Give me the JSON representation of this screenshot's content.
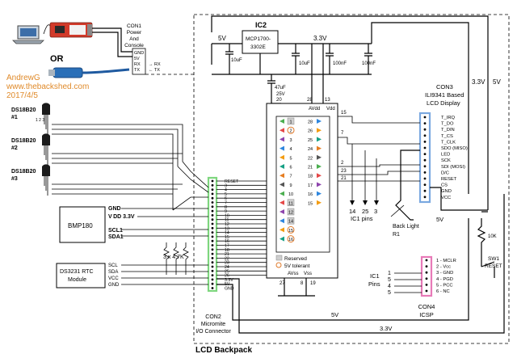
{
  "watermark": {
    "author": "AndrewG",
    "url": "www.thebackshed.com",
    "date": "2017/4/5"
  },
  "title": "LCD Backpack",
  "or_label": "OR",
  "con1": {
    "label_lines": [
      "CON1",
      "Power",
      "And",
      "Console"
    ],
    "pins": [
      "GND",
      "5V",
      "RX",
      "TX"
    ],
    "pin_arrows": [
      "",
      "",
      "→ RX",
      "← TX"
    ]
  },
  "ic2": {
    "name": "IC2",
    "part_lines": [
      "MCP1700-",
      "3302E"
    ]
  },
  "rails": {
    "v5": "5V",
    "v33": "3.3V"
  },
  "caps": {
    "c1": "10uF",
    "c2": "10uF",
    "c3": "100nF",
    "c4": "100nF",
    "c5_lines": [
      "47uF",
      "25V"
    ]
  },
  "sensors": [
    {
      "name": "DS18B20",
      "num": "#1"
    },
    {
      "name": "DS18B20",
      "num": "#2"
    },
    {
      "name": "DS18B20",
      "num": "#3"
    }
  ],
  "sensor_pins": "1 2 3",
  "bmp": {
    "name": "BMP180",
    "pins": [
      "GND",
      "V DD 3.3V",
      "SCL1",
      "SDA1"
    ]
  },
  "rtc": {
    "name_lines": [
      "DS3231 RTC",
      "Module"
    ],
    "pins": [
      "SCL",
      "SDA",
      "VCC",
      "GND"
    ]
  },
  "pullups": "3 x 4.7K",
  "con2": {
    "label_lines": [
      "CON2",
      "Micromite",
      "I/O Connector"
    ],
    "pins": [
      "RESET",
      "3",
      "4",
      "5",
      "6",
      "7",
      "8",
      "9",
      "10",
      "11",
      "12",
      "13",
      "14",
      "15",
      "16",
      "17",
      "18",
      "21",
      "22",
      "23",
      "24",
      "25",
      "26",
      "3.3V",
      "5V",
      "GND"
    ]
  },
  "pic": {
    "top_pins": [
      "20",
      "28",
      "13"
    ],
    "top_labels": [
      "AVdd",
      "Vdd"
    ],
    "bottom_pins": [
      "27",
      "8",
      "19"
    ],
    "bottom_labels": [
      "AVss",
      "Vss"
    ],
    "left": [
      "1",
      "2",
      "3",
      "4",
      "5",
      "6",
      "7",
      "9",
      "10",
      "11",
      "12",
      "14",
      "15",
      "16"
    ],
    "right": [
      "28",
      "26",
      "25",
      "24",
      "22",
      "21",
      "18",
      "17",
      "16",
      "15"
    ],
    "extra_pins": [
      "15",
      "7",
      "2",
      "23",
      "21"
    ],
    "legend_reserved": "Reserved",
    "legend_5v": "5V tolerant"
  },
  "con3": {
    "label_lines": [
      "CON3",
      "ILI9341 Based",
      "LCD Display"
    ],
    "pins": [
      "T_IRQ",
      "T_DO",
      "T_DIN",
      "T_CS",
      "T_CLK",
      "SDO (MISO)",
      "LED",
      "SCK",
      "SDI (MOSI)",
      "D/C",
      "RESET",
      "CS",
      "GND",
      "VCC"
    ],
    "v5": "5V",
    "ic1_pin_nums": [
      "14",
      "25",
      "3"
    ],
    "ic1_pins_label": "IC1 pins",
    "backlight_lines": [
      "Back Light",
      "R1"
    ]
  },
  "reset_block": {
    "resistor": "10K",
    "sw_lines": [
      "SW1",
      "RESET"
    ]
  },
  "con4": {
    "label_lines": [
      "CON4",
      "ICSP"
    ],
    "pins": [
      "1 - MCLR",
      "2 - Vcc",
      "3 - GND",
      "4 - PGD",
      "5 - PCC",
      "6 - NC"
    ],
    "ic1_lines": [
      "IC1",
      "Pins"
    ],
    "ic1_pin_nums": [
      "1",
      "5",
      "4",
      "5"
    ]
  },
  "bottom_rails": {
    "v5": "5V",
    "v33": "3.3V"
  },
  "colors": {
    "header_green": "#7ed67e",
    "con3_blue": "#7aa8e0",
    "con4_pink": "#e87ab8",
    "watermark": "#e08a2a"
  }
}
